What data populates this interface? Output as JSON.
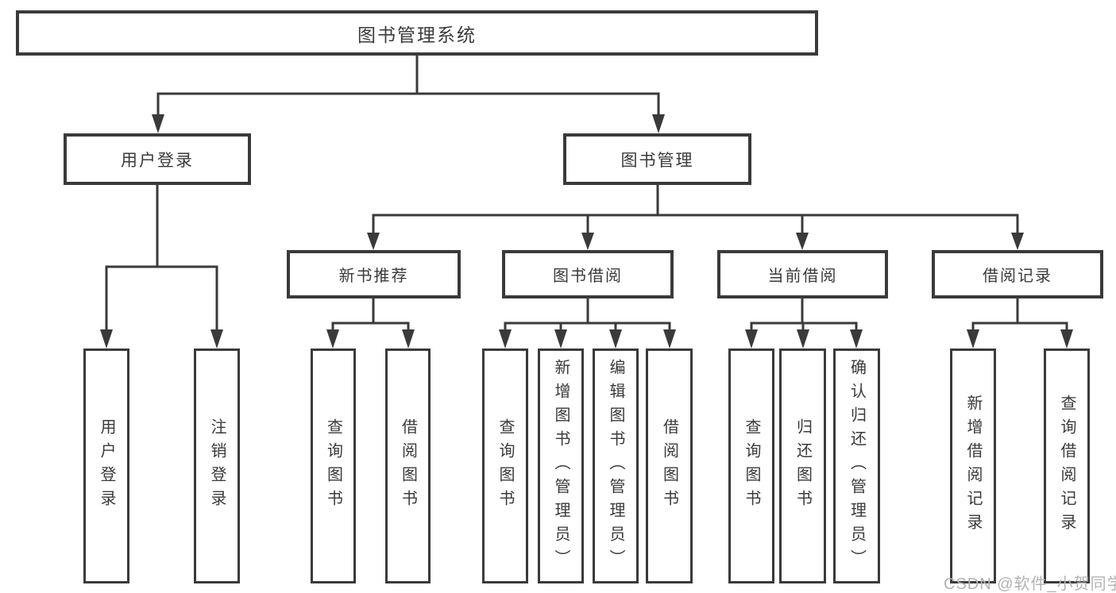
{
  "diagram": {
    "root": {
      "label": "图书管理系统"
    },
    "branches": [
      {
        "label": "用户登录",
        "children": [
          {
            "label": "用户登录"
          },
          {
            "label": "注销登录"
          }
        ]
      },
      {
        "label": "图书管理",
        "children": [
          {
            "label": "新书推荐",
            "children": [
              {
                "label": "查询图书"
              },
              {
                "label": "借阅图书"
              }
            ]
          },
          {
            "label": "图书借阅",
            "children": [
              {
                "label": "查询图书"
              },
              {
                "label": "新增图书（管理员）"
              },
              {
                "label": "编辑图书（管理员）"
              },
              {
                "label": "借阅图书"
              }
            ]
          },
          {
            "label": "当前借阅",
            "children": [
              {
                "label": "查询图书"
              },
              {
                "label": "归还图书"
              },
              {
                "label": "确认归还（管理员）"
              }
            ]
          },
          {
            "label": "借阅记录",
            "children": [
              {
                "label": "新增借阅记录"
              },
              {
                "label": "查询借阅记录"
              }
            ]
          }
        ]
      }
    ]
  },
  "watermark": {
    "text": "CSDN @软件_小贺同学"
  },
  "colors": {
    "line": "#3a3a3a",
    "text": "#3a3a3a",
    "watermark": "#b3b3b3",
    "background": "#ffffff"
  }
}
